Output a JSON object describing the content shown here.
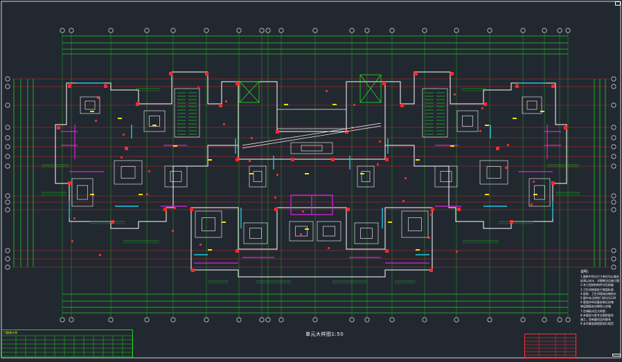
{
  "drawing": {
    "title": "单元大样图1:50",
    "notes_title": "说明：",
    "notes": [
      "1.图纸中所注尺寸单位均以毫米",
      "  标高以米计，详细做法见施工图",
      "2.本工程结构构件详见结施",
      "3.卫生间地面低于楼面标高",
      "4.厨房、卫生间墙体应做防水",
      "5.图中未注明的门垛均为120",
      "6.管道井待设备安装后封堵",
      "  每层楼板处应做防火封堵",
      "7.空调板详见大样图",
      "8.本图应与各专业图纸配合",
      "  施工，如有疑问及时联系",
      "9.未尽事宜按国家现行规范"
    ],
    "schedule_title": "门窗统计表"
  },
  "colors": {
    "background": "#212830",
    "axis": "#22d022",
    "wall_red": "#ff2a2a",
    "magenta": "#e020e0",
    "cyan": "#20c8e0",
    "white": "#ffffff",
    "yellow": "#ffe000",
    "stair": "#20e020"
  }
}
